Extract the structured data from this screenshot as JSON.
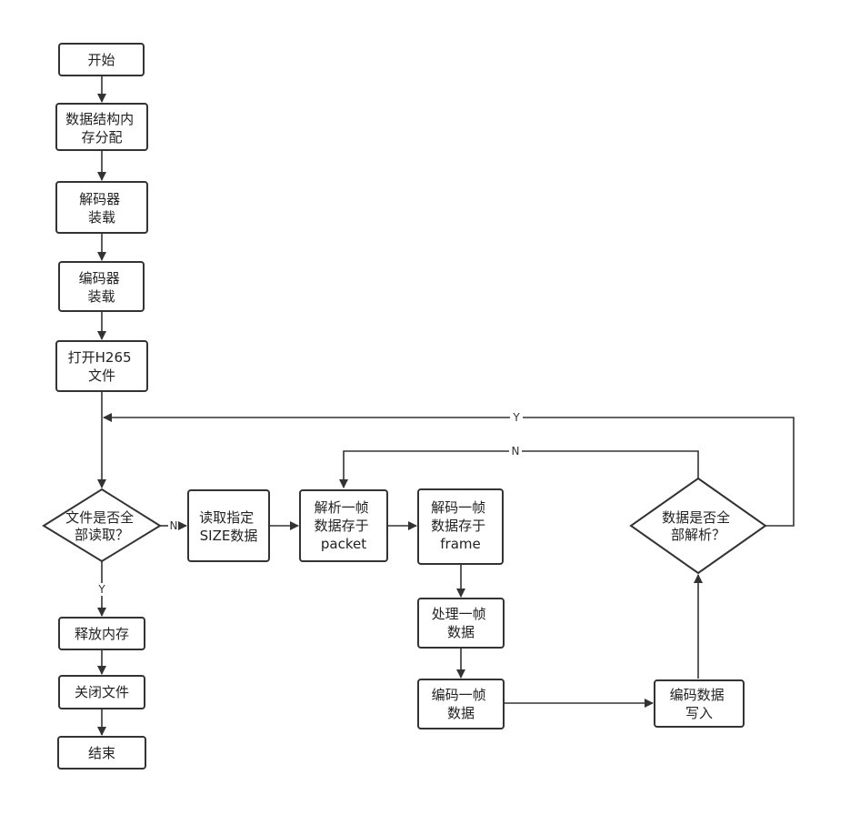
{
  "nodes": {
    "start": [
      "开始"
    ],
    "alloc": [
      "数据结构内",
      "存分配"
    ],
    "load_decoder": [
      "解码器",
      "装载"
    ],
    "load_encoder": [
      "编码器",
      "装载"
    ],
    "open_file": [
      "打开H265",
      "文件"
    ],
    "file_done": [
      "文件是否全",
      "部读取？"
    ],
    "read_size": [
      "读取指定",
      "SIZE数据"
    ],
    "parse_packet": [
      "解析一帧",
      "数据存于",
      "packet"
    ],
    "decode_frame": [
      "解码一帧",
      "数据存于",
      "frame"
    ],
    "process_frame": [
      "处理一帧",
      "数据"
    ],
    "encode_frame": [
      "编码一帧",
      "数据"
    ],
    "write_data": [
      "编码数据",
      "写入"
    ],
    "all_parsed": [
      "数据是否全",
      "部解析？"
    ],
    "free_mem": [
      "释放内存"
    ],
    "close_file": [
      "关闭文件"
    ],
    "end": [
      "结束"
    ]
  },
  "edge_labels": {
    "file_no": "N",
    "file_yes": "Y",
    "parse_no": "N",
    "parse_yes": "Y"
  }
}
